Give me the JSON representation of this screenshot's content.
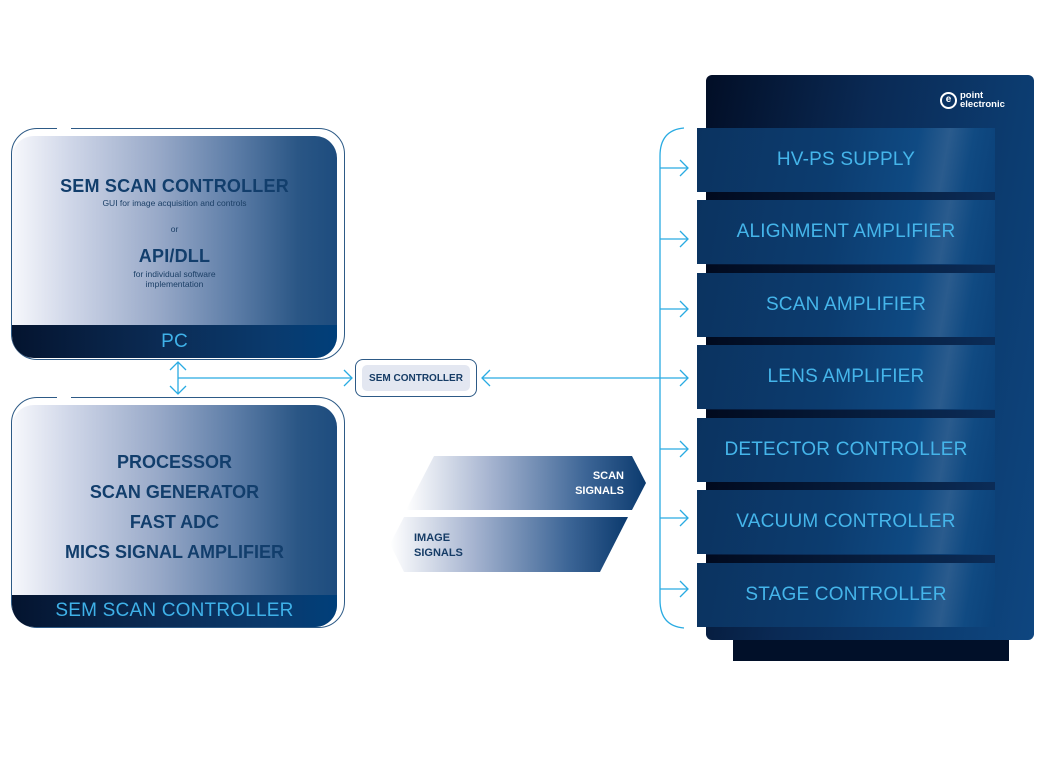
{
  "pc_box": {
    "title": "SEM SCAN CONTROLLER",
    "title_sub": "GUI for image acquisition and controls",
    "or_label": "or",
    "api_title": "API/DLL",
    "api_sub_1": "for individual software",
    "api_sub_2": "implementation",
    "footer": "PC"
  },
  "scan_controller_box": {
    "items": [
      "PROCESSOR",
      "SCAN GENERATOR",
      "FAST ADC",
      "MICS SIGNAL AMPLIFIER"
    ],
    "footer": "SEM SCAN CONTROLLER"
  },
  "sem_controller": {
    "label": "SEM CONTROLLER"
  },
  "signals": {
    "scan": {
      "line1": "SCAN",
      "line2": "SIGNALS"
    },
    "image": {
      "line1": "IMAGE",
      "line2": "SIGNALS"
    }
  },
  "rack": {
    "logo": {
      "icon": "e-logo-icon",
      "line1": "point",
      "line2": "electronic"
    },
    "modules": [
      "HV-PS SUPPLY",
      "ALIGNMENT AMPLIFIER",
      "SCAN AMPLIFIER",
      "LENS AMPLIFIER",
      "DETECTOR CONTROLLER",
      "VACUUM CONTROLLER",
      "STAGE CONTROLLER"
    ]
  },
  "colors": {
    "dark_navy": "#021029",
    "panel_blue": "#0c3c6f",
    "accent_cyan": "#3fb1e8",
    "title_navy": "#123e6c",
    "connector": "#29abe2"
  }
}
